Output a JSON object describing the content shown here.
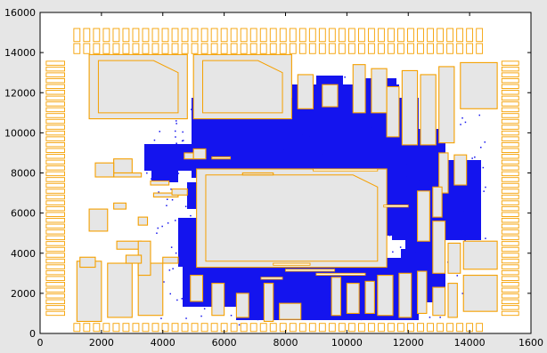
{
  "chart_data": {
    "type": "scatter",
    "title": "",
    "xlabel": "",
    "ylabel": "",
    "xlim": [
      0,
      16000
    ],
    "ylim": [
      0,
      16000
    ],
    "grid": false,
    "legend": "none",
    "x_ticks": [
      "0",
      "2000",
      "4000",
      "6000",
      "8000",
      "10000",
      "12000",
      "14000",
      "1600"
    ],
    "y_ticks": [
      "0",
      "2000",
      "4000",
      "6000",
      "8000",
      "10000",
      "12000",
      "14000",
      "16000"
    ],
    "colors": {
      "cell_outline": "#f5a000",
      "cell_fill": "#e6e6e6",
      "density": "#1414ee",
      "background": "#e6e6e6",
      "plot_area": "#ffffff"
    },
    "macros": [
      {
        "x": [
          1600,
          4800
        ],
        "y": [
          10700,
          13900
        ]
      },
      {
        "x": [
          5000,
          8200
        ],
        "y": [
          10700,
          13900
        ]
      },
      {
        "x": [
          5100,
          11300
        ],
        "y": [
          3300,
          8200
        ]
      },
      {
        "x": [
          1200,
          2000
        ],
        "y": [
          600,
          3600
        ]
      },
      {
        "x": [
          2200,
          3000
        ],
        "y": [
          800,
          3500
        ]
      },
      {
        "x": [
          3200,
          4000
        ],
        "y": [
          900,
          3500
        ]
      },
      {
        "x": [
          13700,
          14900
        ],
        "y": [
          11200,
          13500
        ]
      },
      {
        "x": [
          13800,
          14900
        ],
        "y": [
          1100,
          2900
        ]
      },
      {
        "x": [
          13800,
          14900
        ],
        "y": [
          3200,
          4600
        ]
      }
    ]
  }
}
